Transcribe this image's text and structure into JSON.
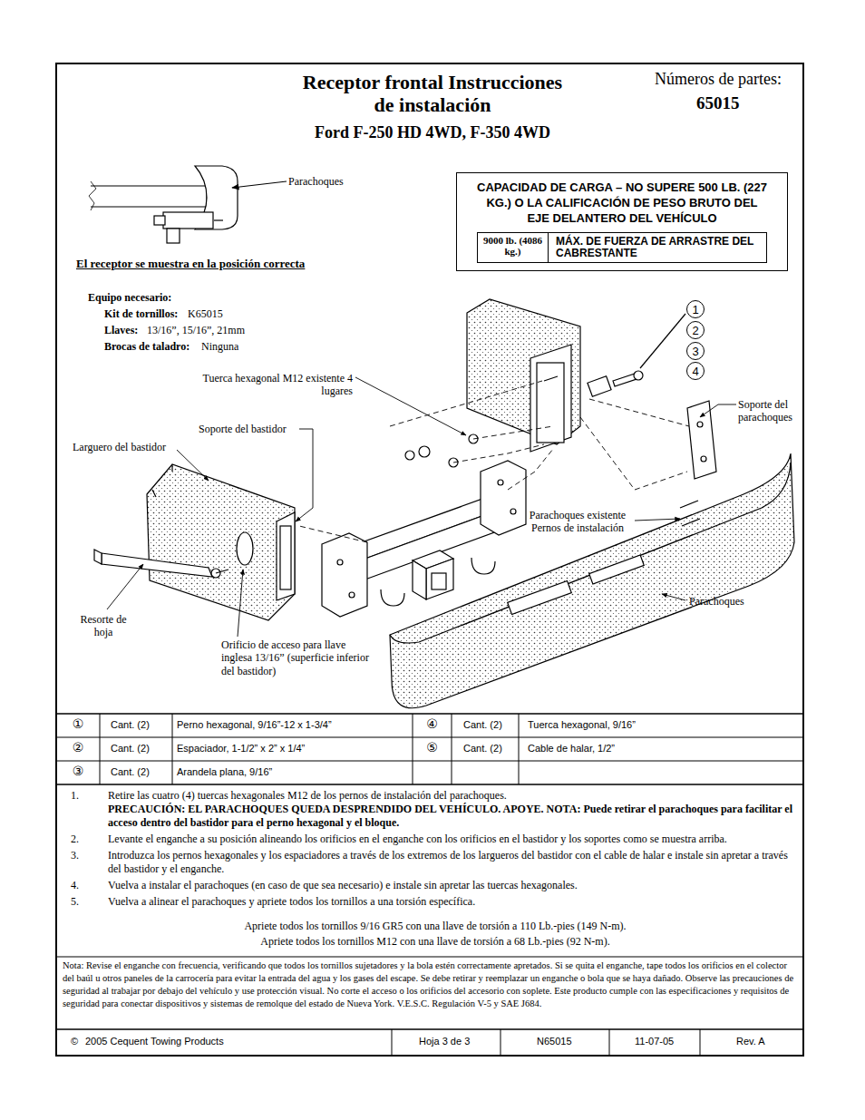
{
  "diagram": {
    "title": "Receptor frontal Instrucciones de instalación",
    "nodes": [
      {
        "text": [
          "CAPACIDAD DE CARGA – NO SUPERE 500 LB. (227 KG.) O LA CALIFICACIÓN DE PESO BRUTO DEL EJE DELANTERO DEL VEHÍCULO"
        ]
      },
      {
        "text": [
          "9000 lb. (4086 kg.)",
          "MÁX. DE FUERZA DE ARRASTRE DEL CABRESTANTE"
        ],
        "in": 0
      },
      {
        "text": [
          "1"
        ]
      },
      {
        "text": [
          "2"
        ]
      },
      {
        "text": [
          "3"
        ]
      },
      {
        "text": [
          "4"
        ]
      }
    ],
    "labels": [
      "Números de partes:",
      "65015",
      "Ford F-250 HD 4WD, F-350 4WD",
      "Parachoques",
      "El receptor se muestra en la posición correcta",
      "Equipo necesario:",
      "Kit de tornillos:",
      "K65015",
      "Llaves:",
      "13/16”, 15/16”, 21mm",
      "Brocas de taladro:",
      "Ninguna",
      "Tuerca hexagonal M12 existente 4 lugares",
      "Soporte del bastidor",
      "Larguero del bastidor",
      "Resorte de hoja",
      "Orificio de acceso para llave inglesa 13/16” (superficie inferior del bastidor)",
      "Soporte del parachoques",
      "Parachoques existente Pernos de instalación",
      "Parachoques",
      "①",
      "Cant.  (2)",
      "Perno hexagonal, 9/16”-12 x 1-3/4”",
      "④",
      "Cant. (2)",
      "Tuerca hexagonal, 9/16”",
      "②",
      "Cant. (2)",
      "Espaciador, 1-1/2” x 2” x 1/4”",
      "⑤",
      "Cant. (2)",
      "Cable de halar, 1/2”",
      "③",
      "Cant. (2)",
      "Arandela plana, 9/16”",
      "1.",
      "Retire las cuatro (4) tuercas hexagonales M12 de los pernos de instalación del parachoques.",
      "PRECAUCIÓN: EL PARACHOQUES QUEDA DESPRENDIDO DEL VEHÍCULO. APOYE. NOTA: Puede retirar el parachoques para facilitar el acceso dentro del bastidor para el perno hexagonal y el bloque.",
      "2.",
      "Levante el enganche a su posición alineando los orificios en el enganche con los orificios en el bastidor y los soportes como se muestra arriba.",
      "3.",
      "Introduzca los pernos hexagonales y los espaciadores a través de los extremos de los largueros del bastidor con el cable de halar e instale sin apretar a través del bastidor y el enganche.",
      "4.",
      "Vuelva a instalar el parachoques (en caso de que sea necesario) e instale sin apretar las tuercas hexagonales.",
      "5.",
      "Vuelva a alinear el parachoques y apriete todos los tornillos a una torsión específica.",
      "Apriete todos los tornillos 9/16 GR5 con una llave de torsión a 110 Lb.-pies (149 N-m).",
      "Apriete todos los tornillos M12 con una llave de torsión a 68 Lb.-pies (92 N-m).",
      "Nota: Revise el enganche con frecuencia, verificando que todos los tornillos sujetadores y la bola estén correctamente apretados. Si se quita el enganche, tape todos los orificios en el colector del baúl u otros paneles de la carrocería para evitar la entrada del agua y los gases del escape. Se debe retirar y reemplazar un enganche o bola que se haya dañado. Observe las precauciones de seguridad al trabajar por debajo del vehículo y use protección visual. No corte el acceso o los orificios del accesorio con soplete. Este producto cumple con las especificaciones y requisitos de seguridad para conectar dispositivos y sistemas de remolque del estado de Nueva York. V.E.S.C. Regulación V-5 y SAE J684.",
      "©",
      "2005 Cequent Towing Products",
      "Hoja 3 de 3",
      "N65015",
      "11-07-05",
      "Rev. A"
    ]
  }
}
